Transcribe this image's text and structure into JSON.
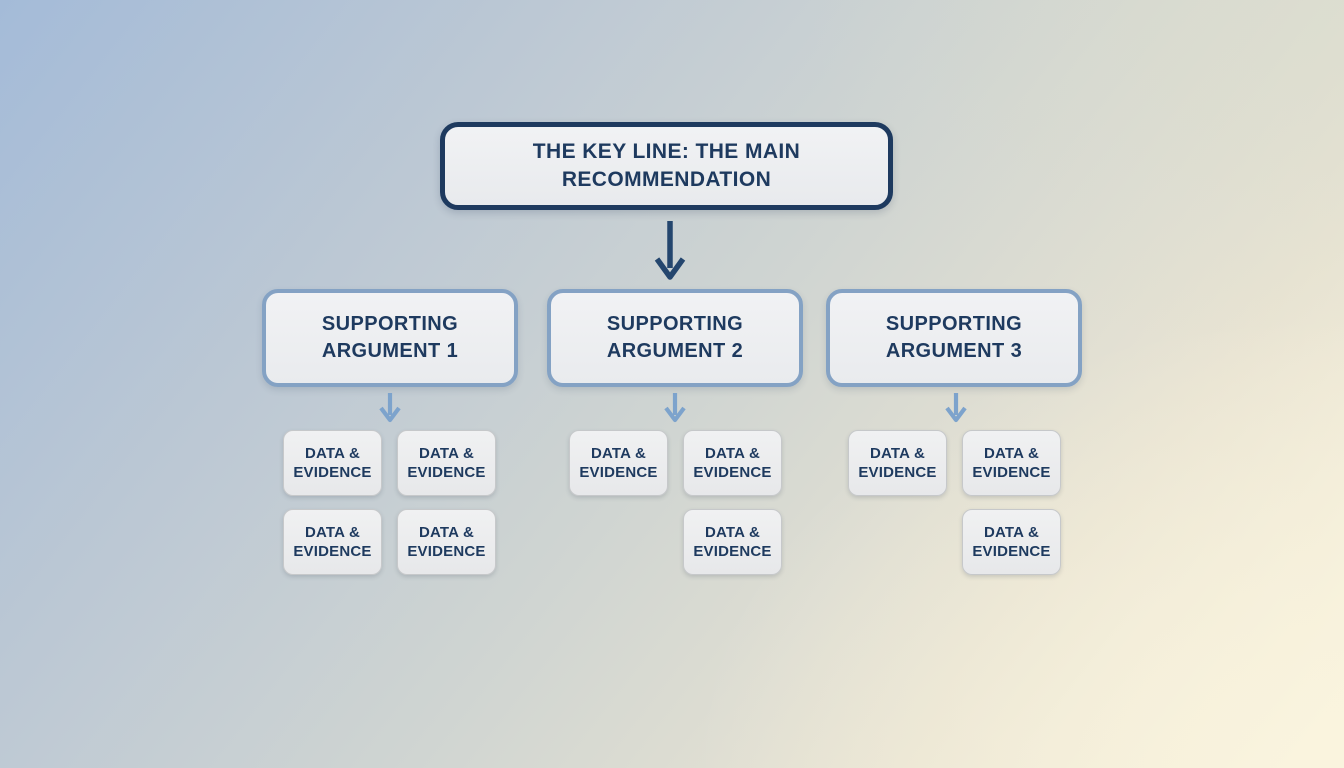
{
  "diagram": {
    "key_line": {
      "label": "THE KEY LINE: THE MAIN RECOMMENDATION"
    },
    "arguments": [
      {
        "label": "SUPPORTING ARGUMENT 1",
        "evidence": [
          "DATA & EVIDENCE",
          "DATA & EVIDENCE",
          "DATA & EVIDENCE",
          "DATA & EVIDENCE"
        ]
      },
      {
        "label": "SUPPORTING ARGUMENT 2",
        "evidence": [
          "DATA & EVIDENCE",
          "DATA & EVIDENCE",
          "DATA & EVIDENCE"
        ]
      },
      {
        "label": "SUPPORTING ARGUMENT 3",
        "evidence": [
          "DATA & EVIDENCE",
          "DATA & EVIDENCE",
          "DATA & EVIDENCE"
        ]
      }
    ]
  },
  "colors": {
    "navy": "#1e3a5f",
    "steel-blue": "#84a2c4",
    "arrow-blue": "#7da3cc",
    "box-fill": "#eef0f2",
    "evidence-fill": "#ebeced",
    "evidence-border": "#c6c8ca"
  }
}
